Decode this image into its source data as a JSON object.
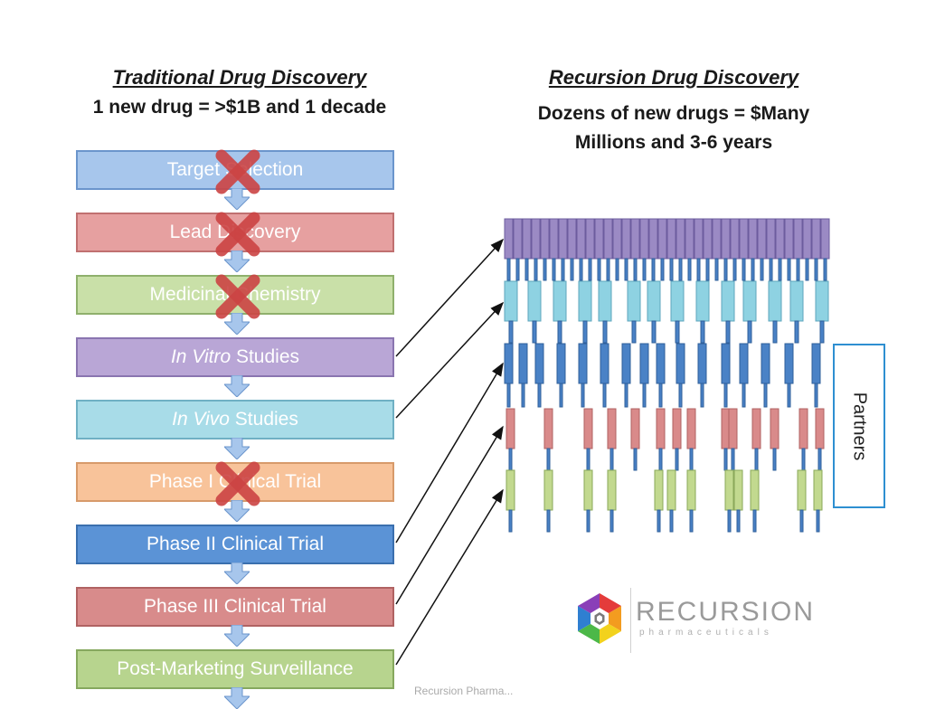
{
  "left": {
    "title": "Traditional Drug Discovery",
    "subtitle": "1 new drug = >$1B and 1 decade",
    "stages": [
      {
        "label": "Target Selection",
        "fill": "#a7c6ec",
        "border": "#6b95cc",
        "crossed": true
      },
      {
        "label": "Lead Discovery",
        "fill": "#e6a0a0",
        "border": "#c07070",
        "crossed": true
      },
      {
        "label": "Medicinal Chemistry",
        "fill": "#c9e0a8",
        "border": "#8fb06c",
        "crossed": true
      },
      {
        "label_italic": "In Vitro",
        "label_rest": " Studies",
        "fill": "#b9a6d6",
        "border": "#8a75b0",
        "crossed": false
      },
      {
        "label_italic": "In Vivo",
        "label_rest": " Studies",
        "fill": "#a8dce8",
        "border": "#6fb0c4",
        "crossed": false
      },
      {
        "label": "Phase I Clinical Trial",
        "fill": "#f8c39a",
        "border": "#d79a6a",
        "crossed": true
      },
      {
        "label": "Phase II Clinical Trial",
        "fill": "#5b93d6",
        "border": "#3a6fae",
        "crossed": false
      },
      {
        "label": "Phase III Clinical Trial",
        "fill": "#d88b8b",
        "border": "#b06262",
        "crossed": false
      },
      {
        "label": "Post-Marketing Surveillance",
        "fill": "#b7d48e",
        "border": "#86a85e",
        "crossed": false
      }
    ]
  },
  "right": {
    "title": "Recursion Drug Discovery",
    "subtitle_line1": "Dozens of new drugs = $Many",
    "subtitle_line2": "Millions and 3-6 years",
    "partners_label": "Partners"
  },
  "colors": {
    "arrow": "#a7c6ec",
    "cross": "#cc4444",
    "purple": "#9b8ac4",
    "cyan": "#8ed2e2",
    "blue": "#4a82c6",
    "red": "#d98a8a",
    "green": "#c2d98f"
  },
  "logo": {
    "name": "RECURSION",
    "tagline": "pharmaceuticals",
    "icon": "hexagon-logo-icon"
  },
  "footer": {
    "note": "Recursion Pharma..."
  }
}
